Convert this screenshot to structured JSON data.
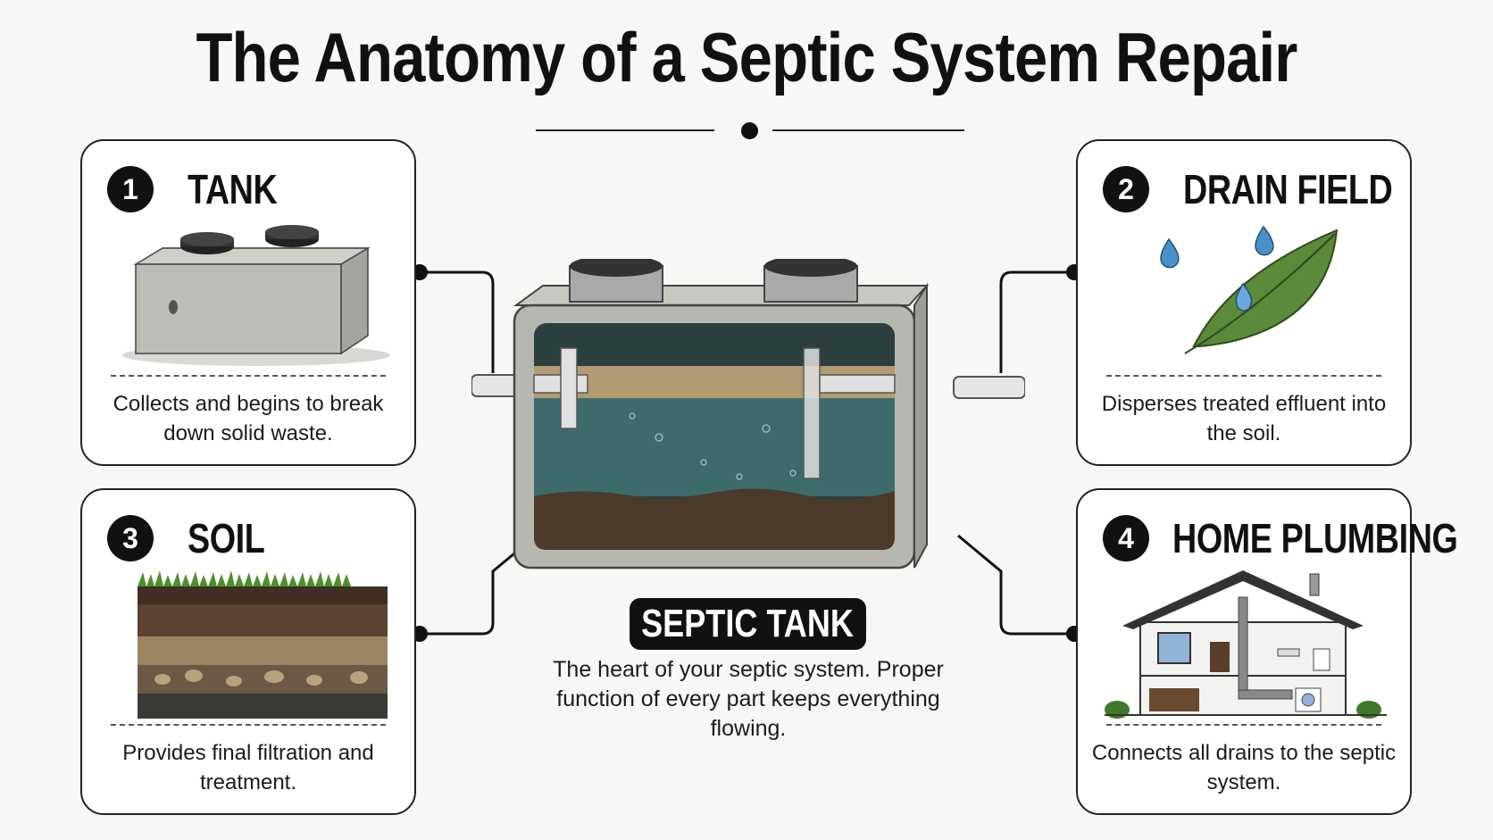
{
  "title": "The Anatomy of a Septic System Repair",
  "cards": [
    {
      "number": "1",
      "title": "TANK",
      "description": "Collects and begins to break down solid waste."
    },
    {
      "number": "2",
      "title": "DRAIN FIELD",
      "description": "Disperses treated effluent into the soil."
    },
    {
      "number": "3",
      "title": "SOIL",
      "description": "Provides final filtration and treatment."
    },
    {
      "number": "4",
      "title": "HOME PLUMBING",
      "description": "Connects all drains to the septic system."
    }
  ],
  "center": {
    "label": "SEPTIC TANK",
    "description": "The heart of your septic system. Proper function of every part keeps everything flowing."
  },
  "colors": {
    "ink": "#111111",
    "water": "#3d6b6b",
    "sludge": "#4a3b2a",
    "scum": "#b29a73",
    "concrete": "#b7b7b2",
    "leaf": "#5a8a3a",
    "drop": "#4a90c8"
  }
}
